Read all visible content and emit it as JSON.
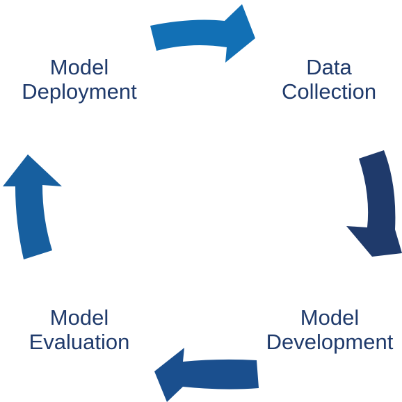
{
  "stages": [
    {
      "id": "model-deployment",
      "line1": "Model",
      "line2": "Deployment"
    },
    {
      "id": "data-collection",
      "line1": "Data",
      "line2": "Collection"
    },
    {
      "id": "model-development",
      "line1": "Model",
      "line2": "Development"
    },
    {
      "id": "model-evaluation",
      "line1": "Model",
      "line2": "Evaluation"
    }
  ],
  "colors": {
    "label_text": "#1f3a6b",
    "arrow_top": "#1270b5",
    "arrow_right": "#1f3a6b",
    "arrow_bottom": "#1a4f8e",
    "arrow_left": "#175f9f"
  },
  "arrows": [
    {
      "from": "Model Deployment",
      "to": "Data Collection",
      "icon": "curved-arrow-right-icon"
    },
    {
      "from": "Data Collection",
      "to": "Model Development",
      "icon": "curved-arrow-down-icon"
    },
    {
      "from": "Model Development",
      "to": "Model Evaluation",
      "icon": "curved-arrow-left-icon"
    },
    {
      "from": "Model Evaluation",
      "to": "Model Deployment",
      "icon": "curved-arrow-up-icon"
    }
  ]
}
